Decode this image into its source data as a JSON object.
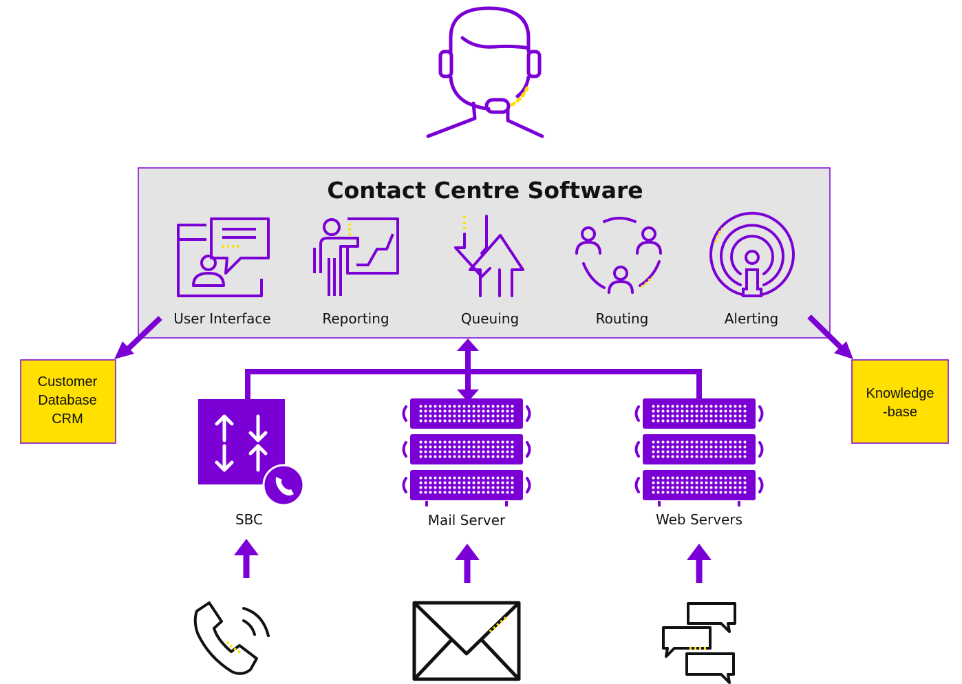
{
  "software": {
    "title": "Contact Centre Software",
    "modules": [
      {
        "label": "User Interface",
        "icon": "user-interface-icon"
      },
      {
        "label": "Reporting",
        "icon": "reporting-icon"
      },
      {
        "label": "Queuing",
        "icon": "queuing-icon"
      },
      {
        "label": "Routing",
        "icon": "routing-icon"
      },
      {
        "label": "Alerting",
        "icon": "alerting-icon"
      }
    ]
  },
  "crm": {
    "line1": "Customer",
    "line2": "Database",
    "line3": "CRM"
  },
  "knowledge": {
    "line1": "Knowledge",
    "line2": "-base"
  },
  "servers": [
    {
      "label": "SBC",
      "icon": "sbc-icon"
    },
    {
      "label": "Mail Server",
      "icon": "server-rack-icon"
    },
    {
      "label": "Web Servers",
      "icon": "server-rack-icon"
    }
  ],
  "channels": [
    {
      "icon": "phone-icon"
    },
    {
      "icon": "envelope-icon"
    },
    {
      "icon": "chat-icon"
    }
  ],
  "colors": {
    "purple": "#7B00D6",
    "yellow": "#FFE000",
    "panel": "#E4E4E4",
    "text": "#111111"
  }
}
